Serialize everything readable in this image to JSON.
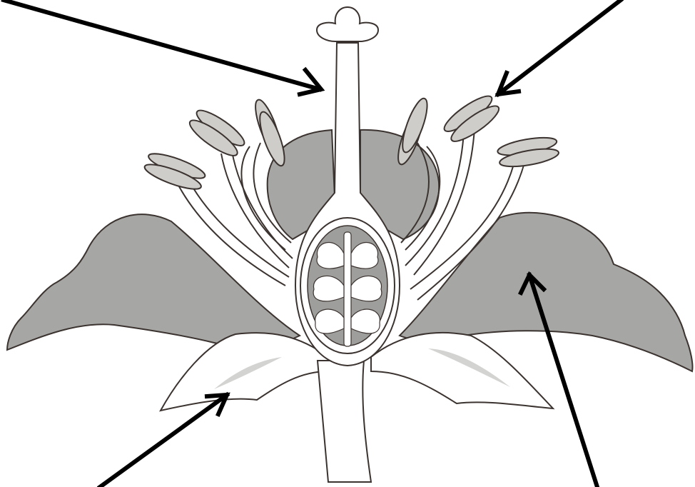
{
  "diagram": {
    "subject": "flower-cross-section",
    "style": "grayscale-line-art",
    "labels": [],
    "parts": [
      "stigma",
      "style",
      "ovary",
      "ovules",
      "anthers",
      "filaments",
      "petals",
      "sepals",
      "receptacle-stem"
    ],
    "arrow_targets": [
      "style",
      "anther",
      "sepal",
      "petal"
    ]
  },
  "colors": {
    "background": "#ffffff",
    "outline": "#3b3330",
    "petal_fill": "#a6a6a4",
    "sepal_fill": "#ffffff",
    "sepal_shade": "#d3d3d1",
    "anther_fill": "#cfcdc9",
    "ovary_inner": "#9e9e9c",
    "arrow": "#000000"
  }
}
